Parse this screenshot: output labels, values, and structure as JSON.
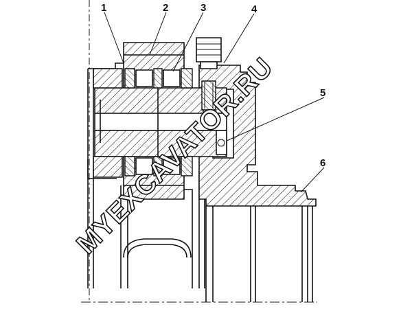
{
  "callouts": [
    {
      "id": "1",
      "label": "1"
    },
    {
      "id": "2",
      "label": "2"
    },
    {
      "id": "3",
      "label": "3"
    },
    {
      "id": "4",
      "label": "4"
    },
    {
      "id": "5",
      "label": "5"
    },
    {
      "id": "6",
      "label": "6"
    }
  ],
  "watermark": {
    "text": "MYEXCAVATOR.RU"
  },
  "colors": {
    "line": "#111111",
    "background": "#ffffff"
  }
}
